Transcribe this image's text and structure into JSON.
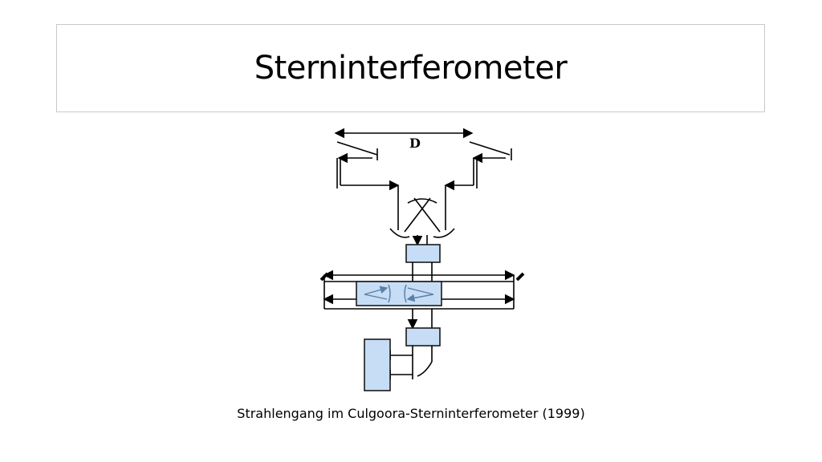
{
  "slide": {
    "title": "Sterninterferometer",
    "caption": "Strahlengang im Culgoora-Sterninterferometer (1999)"
  },
  "diagram": {
    "baseline_label": "D",
    "colors": {
      "line": "#000000",
      "box_fill": "#c6ddf5",
      "box_stroke": "#1a1a1a",
      "inner_mirror": "#5a7fa8"
    }
  }
}
